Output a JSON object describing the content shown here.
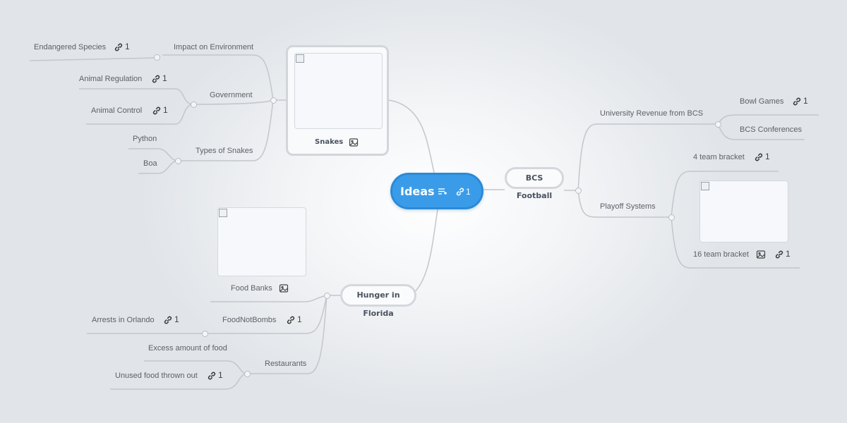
{
  "root": {
    "title": "Ideas",
    "link_count": "1"
  },
  "topics": {
    "snakes": {
      "label": "Snakes"
    },
    "bcs": {
      "label": "BCS Football"
    },
    "hunger": {
      "label": "Hunger in Florida"
    }
  },
  "snakes_branch": {
    "impact": "Impact on Environment",
    "endangered": "Endangered Species",
    "endangered_count": "1",
    "government": "Government",
    "regulation": "Animal Regulation",
    "regulation_count": "1",
    "control": "Animal Control",
    "control_count": "1",
    "types": "Types of Snakes",
    "python": "Python",
    "boa": "Boa"
  },
  "bcs_branch": {
    "revenue": "University Revenue from BCS",
    "bowl": "Bowl Games",
    "bowl_count": "1",
    "conferences": "BCS Conferences",
    "playoff": "Playoff Systems",
    "four": "4 team bracket",
    "four_count": "1",
    "sixteen": "16 team bracket",
    "sixteen_count": "1"
  },
  "hunger_branch": {
    "foodbanks": "Food Banks",
    "fnb": "FoodNotBombs",
    "fnb_count": "1",
    "arrests": "Arrests in Orlando",
    "arrests_count": "1",
    "restaurants": "Restaurants",
    "excess": "Excess amount of food",
    "unused": "Unused food thrown out",
    "unused_count": "1"
  }
}
